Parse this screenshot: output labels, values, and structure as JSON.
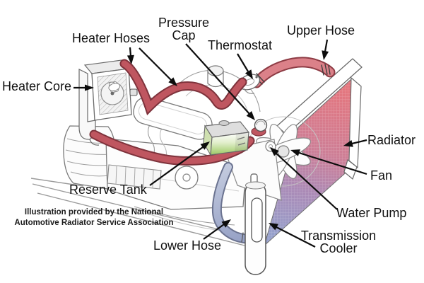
{
  "diagram": {
    "subject": "Automotive engine cooling system",
    "labels": {
      "heater_core": "Heater Core",
      "heater_hoses": "Heater Hoses",
      "pressure_cap": [
        "Pressure",
        "Cap"
      ],
      "thermostat": "Thermostat",
      "upper_hose": "Upper Hose",
      "radiator": "Radiator",
      "fan": "Fan",
      "reserve_tank": "Reserve Tank",
      "water_pump": "Water Pump",
      "transmission_cooler": [
        "Transmission",
        "Cooler"
      ],
      "lower_hose": "Lower Hose"
    },
    "attribution": [
      "Illustration provided by the National",
      "Automotive Radiator Service Association"
    ],
    "colors": {
      "heater_hose_red": "#bf5660",
      "upper_hose_red": "#db8189",
      "radiator_hot_red": "#e4767e",
      "radiator_cold_blue": "#96a0cb",
      "coolant_green": "#9cc968",
      "lower_hose_blue": "#aeb7d3",
      "line_art_gray": "#777777",
      "label_text": "#111111",
      "background": "#ffffff"
    }
  }
}
